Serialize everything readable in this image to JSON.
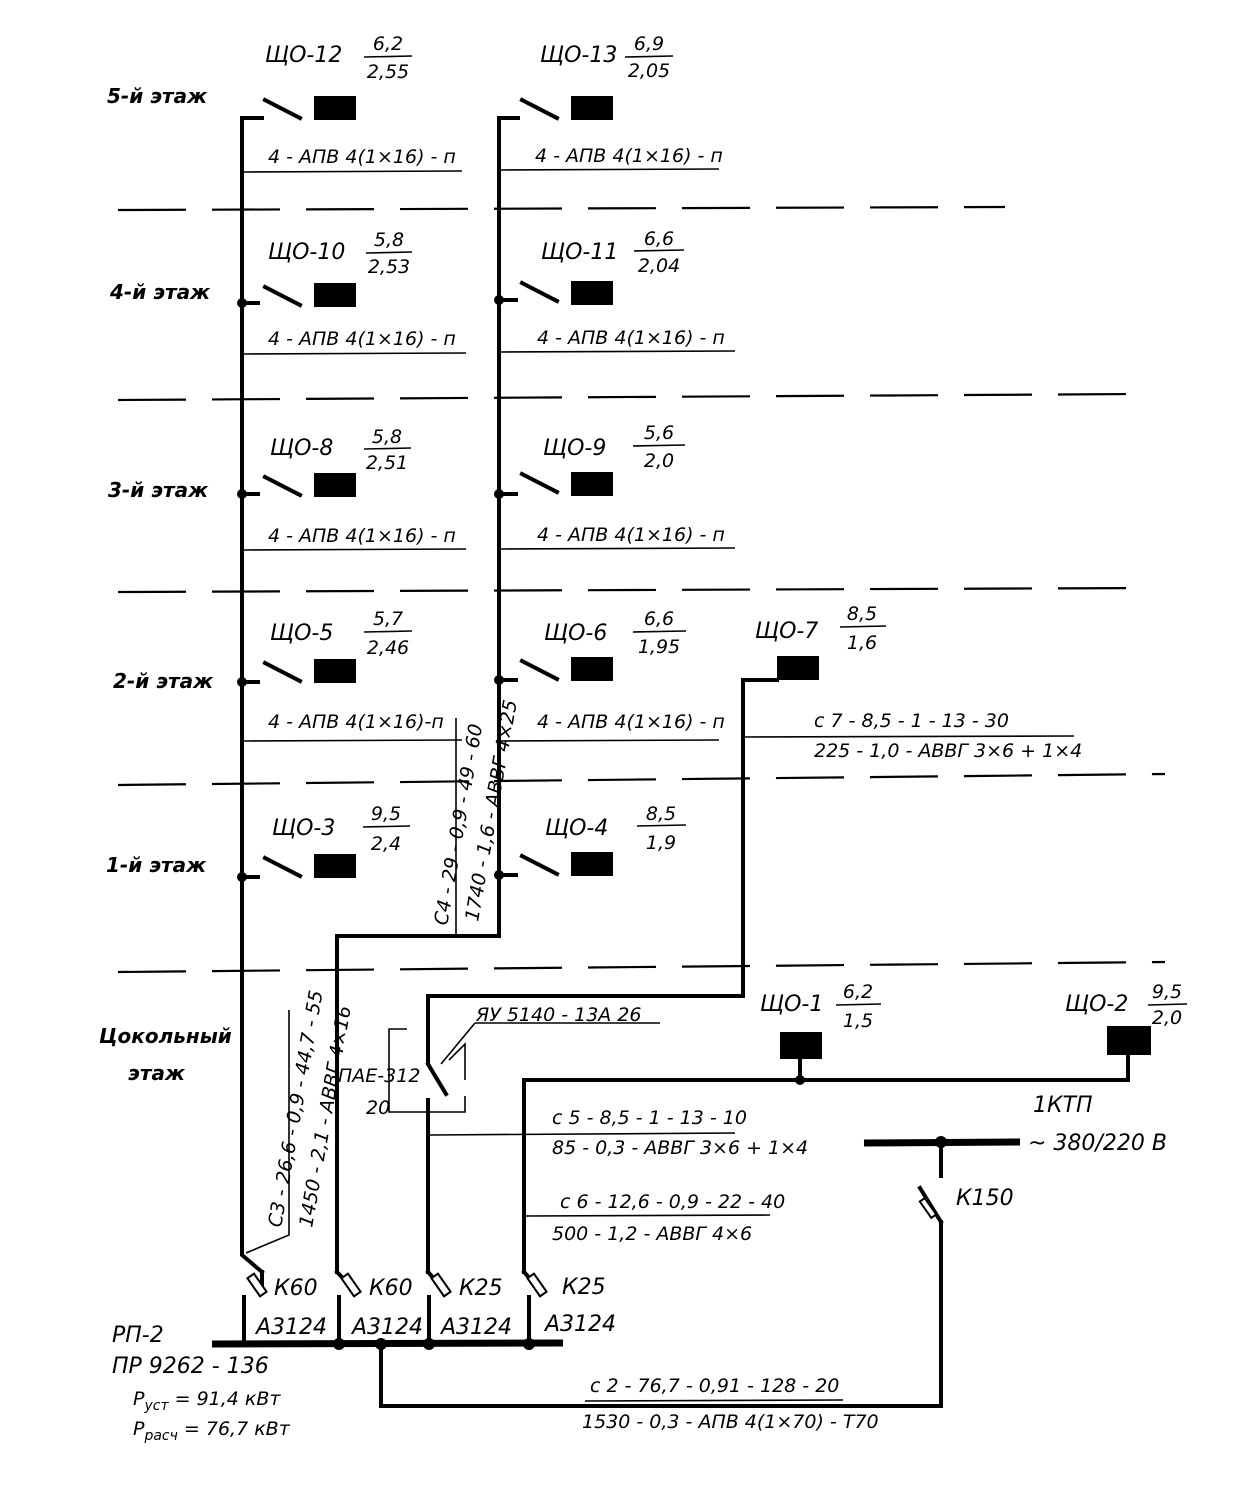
{
  "floors": [
    {
      "label": "5-й этаж"
    },
    {
      "label": "4-й этаж"
    },
    {
      "label": "3-й этаж"
    },
    {
      "label": "2-й этаж"
    },
    {
      "label": "1-й этаж"
    },
    {
      "label": "Цокольный"
    },
    {
      "label": "этаж"
    }
  ],
  "panels": [
    {
      "name": "ЩО-12",
      "top": "6,2",
      "bottom": "2,55"
    },
    {
      "name": "ЩО-13",
      "top": "6,9",
      "bottom": "2,05"
    },
    {
      "name": "ЩО-10",
      "top": "5,8",
      "bottom": "2,53"
    },
    {
      "name": "ЩО-11",
      "top": "6,6",
      "bottom": "2,04"
    },
    {
      "name": "ЩО-8",
      "top": "5,8",
      "bottom": "2,51"
    },
    {
      "name": "ЩО-9",
      "top": "5,6",
      "bottom": "2,0"
    },
    {
      "name": "ЩО-5",
      "top": "5,7",
      "bottom": "2,46"
    },
    {
      "name": "ЩО-6",
      "top": "6,6",
      "bottom": "1,95"
    },
    {
      "name": "ЩО-7",
      "top": "8,5",
      "bottom": "1,6"
    },
    {
      "name": "ЩО-3",
      "top": "9,5",
      "bottom": "2,4"
    },
    {
      "name": "ЩО-4",
      "top": "8,5",
      "bottom": "1,9"
    },
    {
      "name": "ЩО-1",
      "top": "6,2",
      "bottom": "1,5"
    },
    {
      "name": "ЩО-2",
      "top": "9,5",
      "bottom": "2,0"
    }
  ],
  "cable_labels": [
    "4 - АПВ 4(1×16) - п",
    "4 - АПВ 4(1×16) - п",
    "4 - АПВ  4(1×16) - п",
    "4 - АПВ  4(1×16) - п",
    "4 - АПВ  4(1×16) - п",
    "4 - АПВ  4(1×16) - п",
    "4 - АПВ  4(1×16)-п",
    "4 - АПВ 4(1×16) - п"
  ],
  "lines": {
    "riser2_top": "С4 - 29 - 0,9 - 49 - 60",
    "riser2_bottom": "1740 - 1,6 - АВВГ 4×25",
    "riser1_top": "С3 - 26,6 - 0,9 - 44,7 - 55",
    "riser1_bottom": "1450 - 2,1 - АВВГ 4×16",
    "c7_top": "с 7 - 8,5 - 1 - 13 - 30",
    "c7_bottom": "225 - 1,0 - АВВГ 3×6 + 1×4",
    "c5_top": "с 5 - 8,5 - 1 - 13 - 10",
    "c5_bottom": "85 - 0,3 - АВВГ 3×6 + 1×4",
    "c6_top": "с 6 - 12,6 - 0,9 - 22 - 40",
    "c6_bottom": "500 - 1,2 - АВВГ 4×6",
    "c2_top": "с 2 - 76,7 - 0,91 - 128 - 20",
    "c2_bottom": "1530 - 0,3 - АПВ 4(1×70) - Т70"
  },
  "devices": {
    "yau": "ЯУ 5140 - 13А 26",
    "pae": "ПАЕ-312",
    "pae_current": "20",
    "ktp": "1КТП",
    "voltage": "~ 380/220 В",
    "main_breaker": "К150",
    "fuses": [
      "К60",
      "К60",
      "К25",
      "К25"
    ],
    "breakers": [
      "А3124",
      "А3124",
      "А3124",
      "А3124"
    ]
  },
  "rp": {
    "name": "РП-2",
    "model": "ПР 9262 - 136",
    "p_inst_symbol": "Р",
    "p_inst_sub": "уст",
    "p_inst_value": "= 91,4 кВт",
    "p_calc_symbol": "Р",
    "p_calc_sub": "расч",
    "p_calc_value": "= 76,7 кВт"
  }
}
